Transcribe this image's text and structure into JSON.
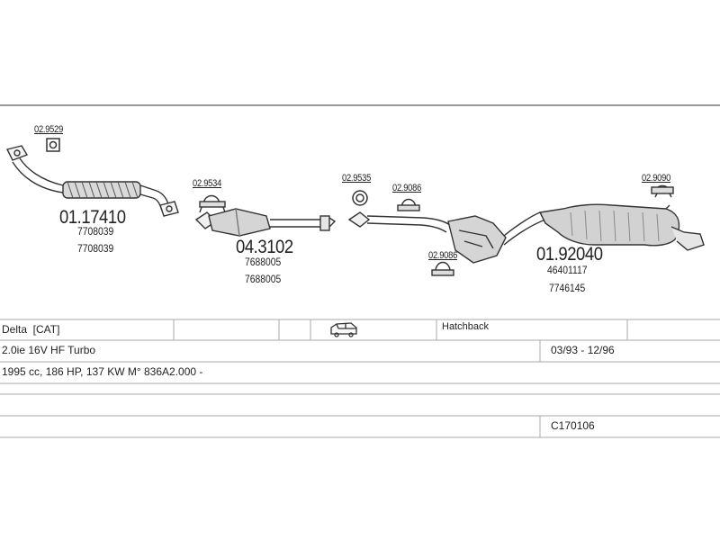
{
  "parts": {
    "gasket_1": "02.9529",
    "front_pipe": "01.17410",
    "front_pipe_oe_1": "7708039",
    "front_pipe_oe_2": "7708039",
    "clamp_1": "02.9534",
    "catalyst": "04.3102",
    "catalyst_oe_1": "7688005",
    "catalyst_oe_2": "7688005",
    "gasket_2": "02.9535",
    "hanger_1": "02.9086",
    "hanger_2": "02.9086",
    "rear_silencer": "01.92040",
    "rear_silencer_oe_1": "46401117",
    "rear_silencer_oe_2": "7746145",
    "hanger_3": "02.9090"
  },
  "info": {
    "model": "Delta  [CAT]",
    "body": "Hatchback",
    "engine": "2.0ie 16V HF Turbo",
    "years": "03/93 - 12/96",
    "spec": "1995 cc, 186 HP, 137 KW M° 836A2.000 -",
    "code": "C170106",
    "vehicle_icon": "hatchback-car-icon"
  }
}
